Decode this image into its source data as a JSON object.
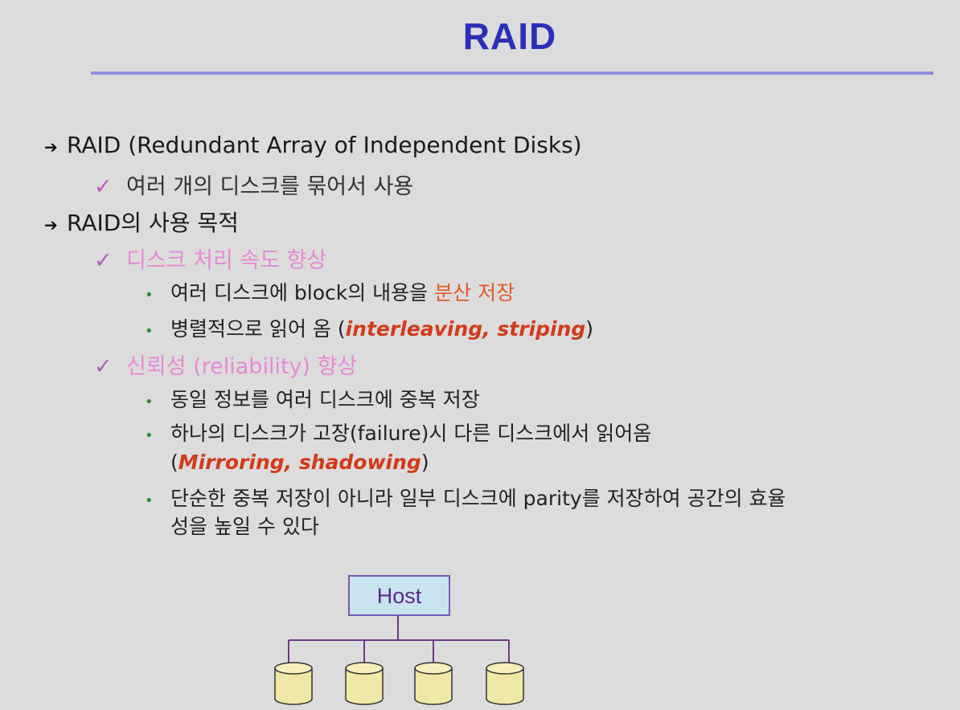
{
  "title": "RAID",
  "bullets": {
    "b1": {
      "text": "RAID (Redundant Array of Independent Disks)",
      "sub1": "여러 개의 디스크를 묶어서 사용"
    },
    "b2": {
      "text": "RAID의 사용 목적",
      "speed": {
        "heading": "디스크 처리 속도 향상",
        "item1_pre": "여러 디스크에 block의 내용을 ",
        "item1_red": "분산 저장",
        "item2_pre": "병렬적으로 읽어 옴 (",
        "item2_em": "interleaving, striping",
        "item2_post": ")"
      },
      "reliability": {
        "heading": "신뢰성 (reliability) 향상",
        "item1": "동일 정보를 여러 디스크에 중복 저장",
        "item2": "하나의 디스크가 고장(failure)시 다른 디스크에서 읽어옴",
        "item2_cont_pre": "(",
        "item2_cont_em": "Mirroring, shadowing",
        "item2_cont_post": ")",
        "item3": "단순한 중복 저장이 아니라 일부 디스크에 parity를 저장하여 공간의 효율",
        "item3_cont": "성을 높일 수 있다"
      }
    }
  },
  "diagram": {
    "host_label": "Host",
    "disk_count": 4
  },
  "icons": {
    "level1": "arrow-bullet-icon",
    "level2": "checkmark-icon",
    "level3": "dot-icon"
  },
  "colors": {
    "title": "#2b2fb8",
    "rule": "#8e8ee0",
    "pink_heading": "#e58ad6",
    "red": "#d23a1c"
  }
}
